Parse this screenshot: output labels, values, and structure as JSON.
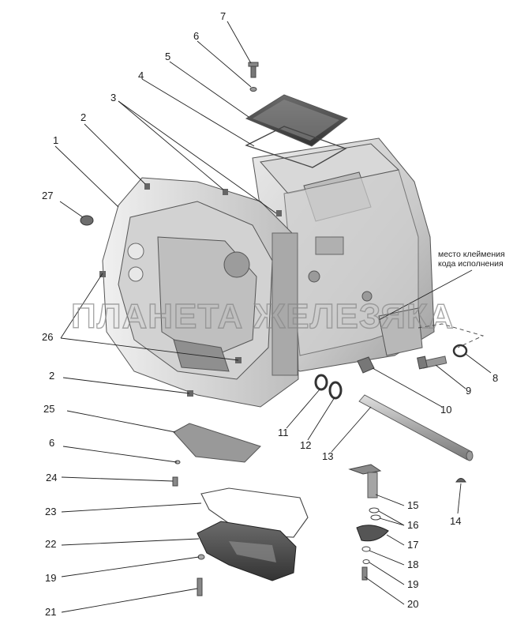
{
  "callouts": {
    "n1": "1",
    "n2a": "2",
    "n2b": "2",
    "n3": "3",
    "n4": "4",
    "n5": "5",
    "n6a": "6",
    "n6b": "6",
    "n7": "7",
    "n8": "8",
    "n9": "9",
    "n10": "10",
    "n11": "11",
    "n12": "12",
    "n13": "13",
    "n14": "14",
    "n15": "15",
    "n16": "16",
    "n17": "17",
    "n18": "18",
    "n19a": "19",
    "n19b": "19",
    "n20": "20",
    "n21": "21",
    "n22": "22",
    "n23": "23",
    "n24": "24",
    "n25": "25",
    "n26": "26",
    "n27": "27"
  },
  "note": {
    "line1": "место клеймения",
    "line2": "кода исполнения"
  },
  "watermark": "ПЛАНЕТА ЖЕЛЕЗЯКА"
}
